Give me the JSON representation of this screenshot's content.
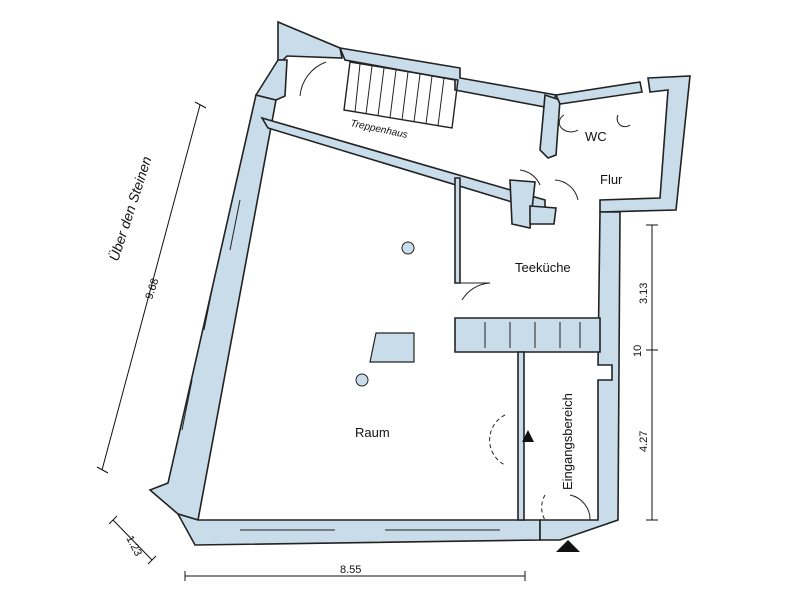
{
  "rooms": {
    "raum": "Raum",
    "teekueche": "Teeküche",
    "eingangsbereich": "Eingangsbereich",
    "flur": "Flur",
    "wc": "WC",
    "treppenhaus": "Treppenhaus"
  },
  "street": "Über den Steinen",
  "dimensions": {
    "left_wall": "9.68",
    "bottom": "8.55",
    "corner": "1.23",
    "right_upper": "3.13",
    "right_mid": "10",
    "right_lower": "4.27"
  }
}
